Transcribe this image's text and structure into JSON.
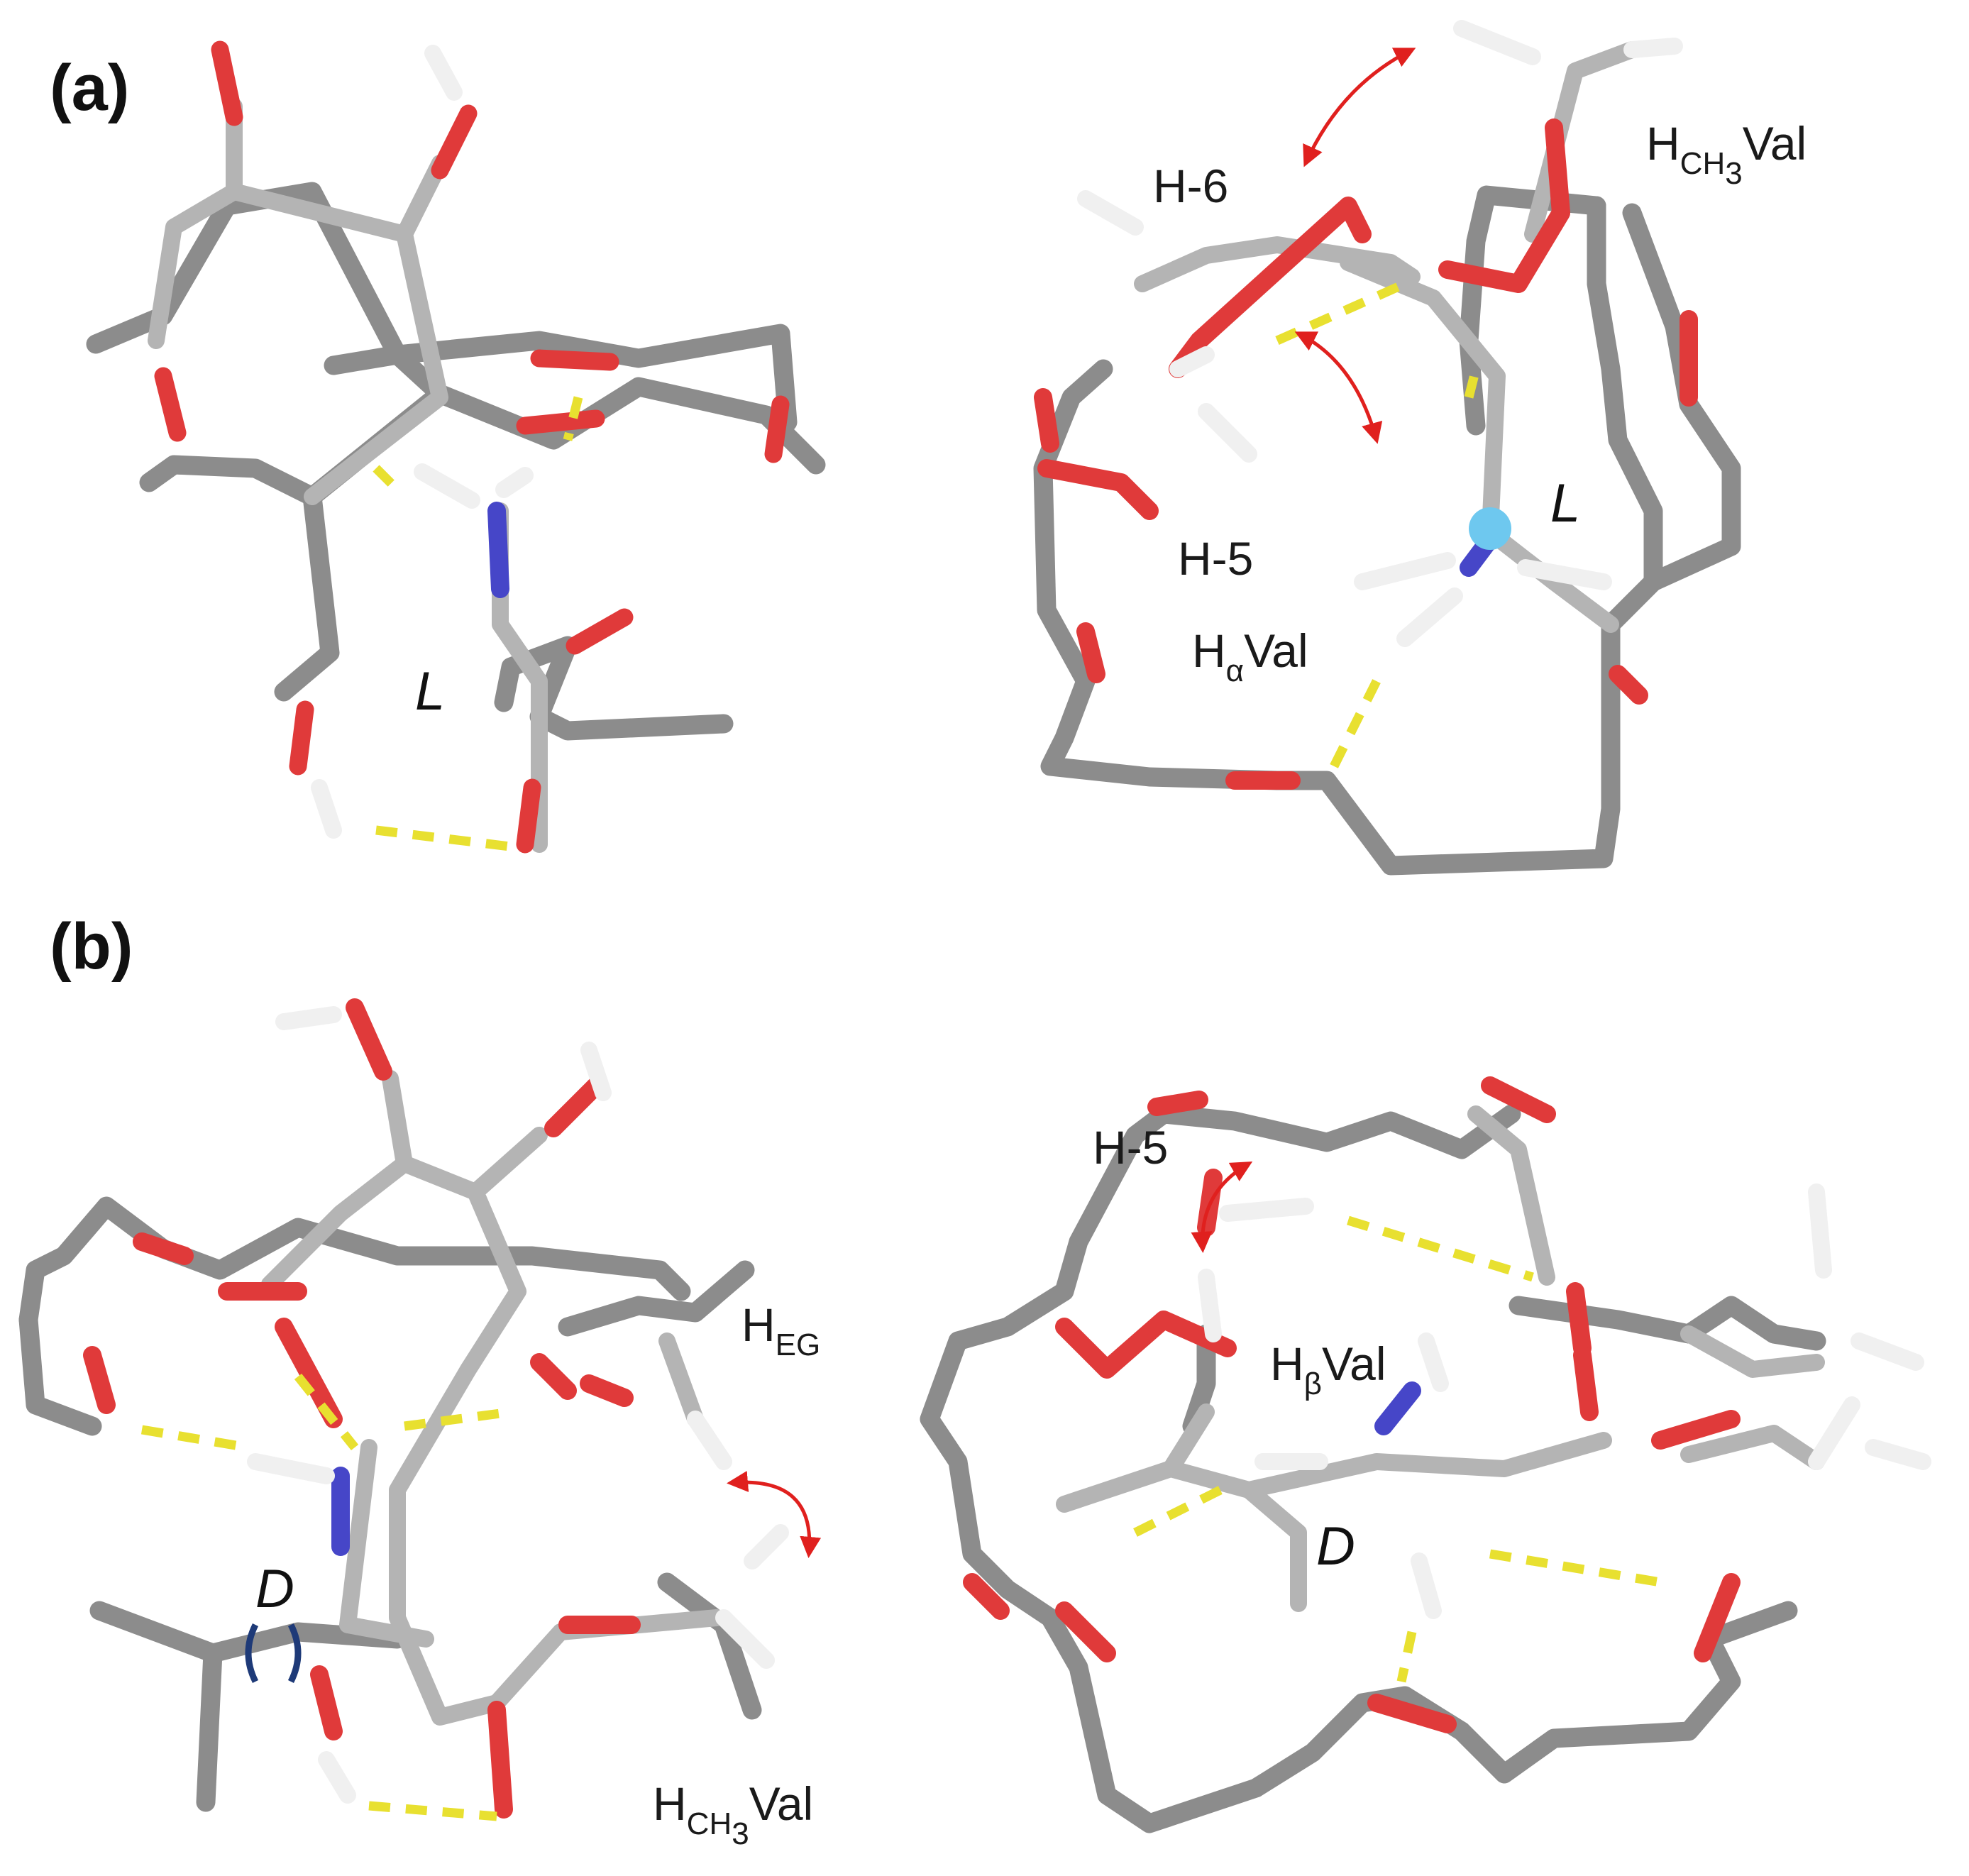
{
  "panels": {
    "a": "(a)",
    "b": "(b)"
  },
  "labels": {
    "h6": "H-6",
    "h5_a": "H-5",
    "h5_b": "H-5",
    "hch3val_a_main": "H",
    "hch3val_a_sub": "CH",
    "hch3val_a_sub2": "3",
    "hch3val_a_tail": "Val",
    "halpha_main": "H",
    "halpha_sub": "α",
    "halpha_tail": "Val",
    "heg_main": "H",
    "heg_sub": "EG",
    "hbeta_main": "H",
    "hbeta_sub": "β",
    "hbeta_tail": "Val",
    "hch3val_b_main": "H",
    "hch3val_b_sub": "CH",
    "hch3val_b_sub2": "3",
    "hch3val_b_tail": "Val"
  },
  "chirality": {
    "a_left": "L",
    "a_right": "L",
    "b_left": "D",
    "b_right": "D"
  },
  "colors": {
    "carbon": "#8c8c8c",
    "carbon_light": "#b4b4b4",
    "oxygen": "#e03a3a",
    "nitrogen": "#4646c8",
    "hydrogen": "#f0f0f0",
    "hbond": "#e8e030",
    "noe_arrow": "#e0201e",
    "steric_clash": "#1e3a78"
  }
}
